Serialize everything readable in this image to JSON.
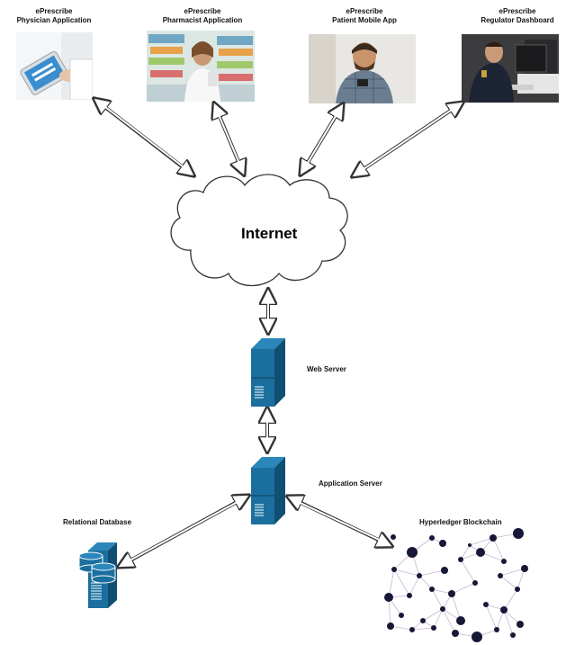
{
  "clients": [
    {
      "line1": "ePrescribe",
      "line2": "Physician Application"
    },
    {
      "line1": "ePrescribe",
      "line2": "Pharmacist Application"
    },
    {
      "line1": "ePrescribe",
      "line2": "Patient Mobile App"
    },
    {
      "line1": "ePrescribe",
      "line2": "Regulator Dashboard"
    }
  ],
  "internet": "Internet",
  "web_server": "Web Server",
  "app_server": "Application Server",
  "database": "Relational Database",
  "blockchain": "Hyperledger Blockchain",
  "colors": {
    "server": "#1a6f9e",
    "server_side": "#0f4f73",
    "node": "#171737",
    "edge": "#c9b6cf"
  }
}
